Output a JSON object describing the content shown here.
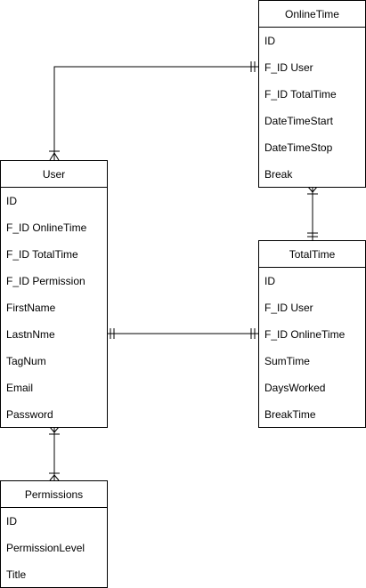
{
  "entities": {
    "online_time": {
      "title": "OnlineTime",
      "fields": [
        "ID",
        "F_ID User",
        "F_ID TotalTime",
        "DateTimeStart",
        "DateTimeStop",
        "Break"
      ]
    },
    "user": {
      "title": "User",
      "fields": [
        "ID",
        "F_ID OnlineTime",
        "F_ID TotalTime",
        "F_ID Permission",
        "FirstName",
        "LastnNme",
        "TagNum",
        "Email",
        "Password"
      ]
    },
    "total_time": {
      "title": "TotalTime",
      "fields": [
        "ID",
        "F_ID User",
        "F_ID OnlineTime",
        "SumTime",
        "DaysWorked",
        "BreakTime"
      ]
    },
    "permissions": {
      "title": "Permissions",
      "fields": [
        "ID",
        "PermissionLevel",
        "Title"
      ]
    }
  },
  "relationships": [
    {
      "from": "online_time",
      "to": "user",
      "from_end": "one",
      "to_end": "many"
    },
    {
      "from": "online_time",
      "to": "total_time",
      "from_end": "many",
      "to_end": "one"
    },
    {
      "from": "user",
      "to": "total_time",
      "from_end": "one",
      "to_end": "one"
    },
    {
      "from": "user",
      "to": "permissions",
      "from_end": "many",
      "to_end": "many"
    }
  ]
}
